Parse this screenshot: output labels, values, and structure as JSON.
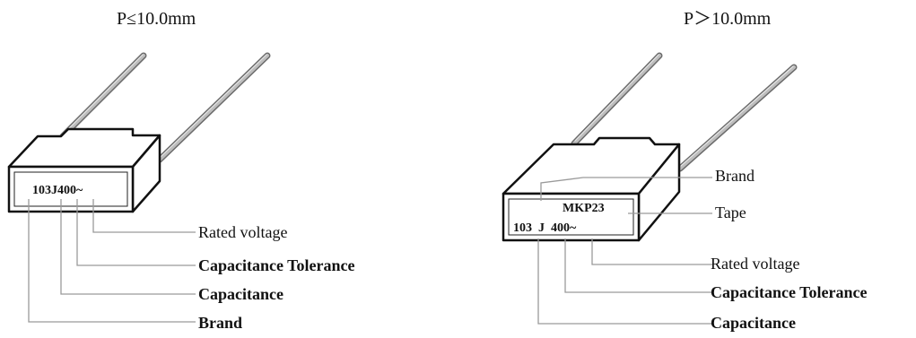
{
  "left": {
    "heading": "P≤10.0mm",
    "marking": "103J400~",
    "labels": {
      "rated_voltage": "Rated voltage",
      "tolerance": "Capacitance Tolerance",
      "capacitance": "Capacitance",
      "brand": "Brand"
    }
  },
  "right": {
    "heading": "P＞10.0mm",
    "marking_top": "MKP23",
    "marking_bottom": "103  J  400~",
    "labels": {
      "brand": "Brand",
      "tape": "Tape",
      "rated_voltage": "Rated voltage",
      "tolerance": "Capacitance Tolerance",
      "capacitance": "Capacitance"
    }
  }
}
